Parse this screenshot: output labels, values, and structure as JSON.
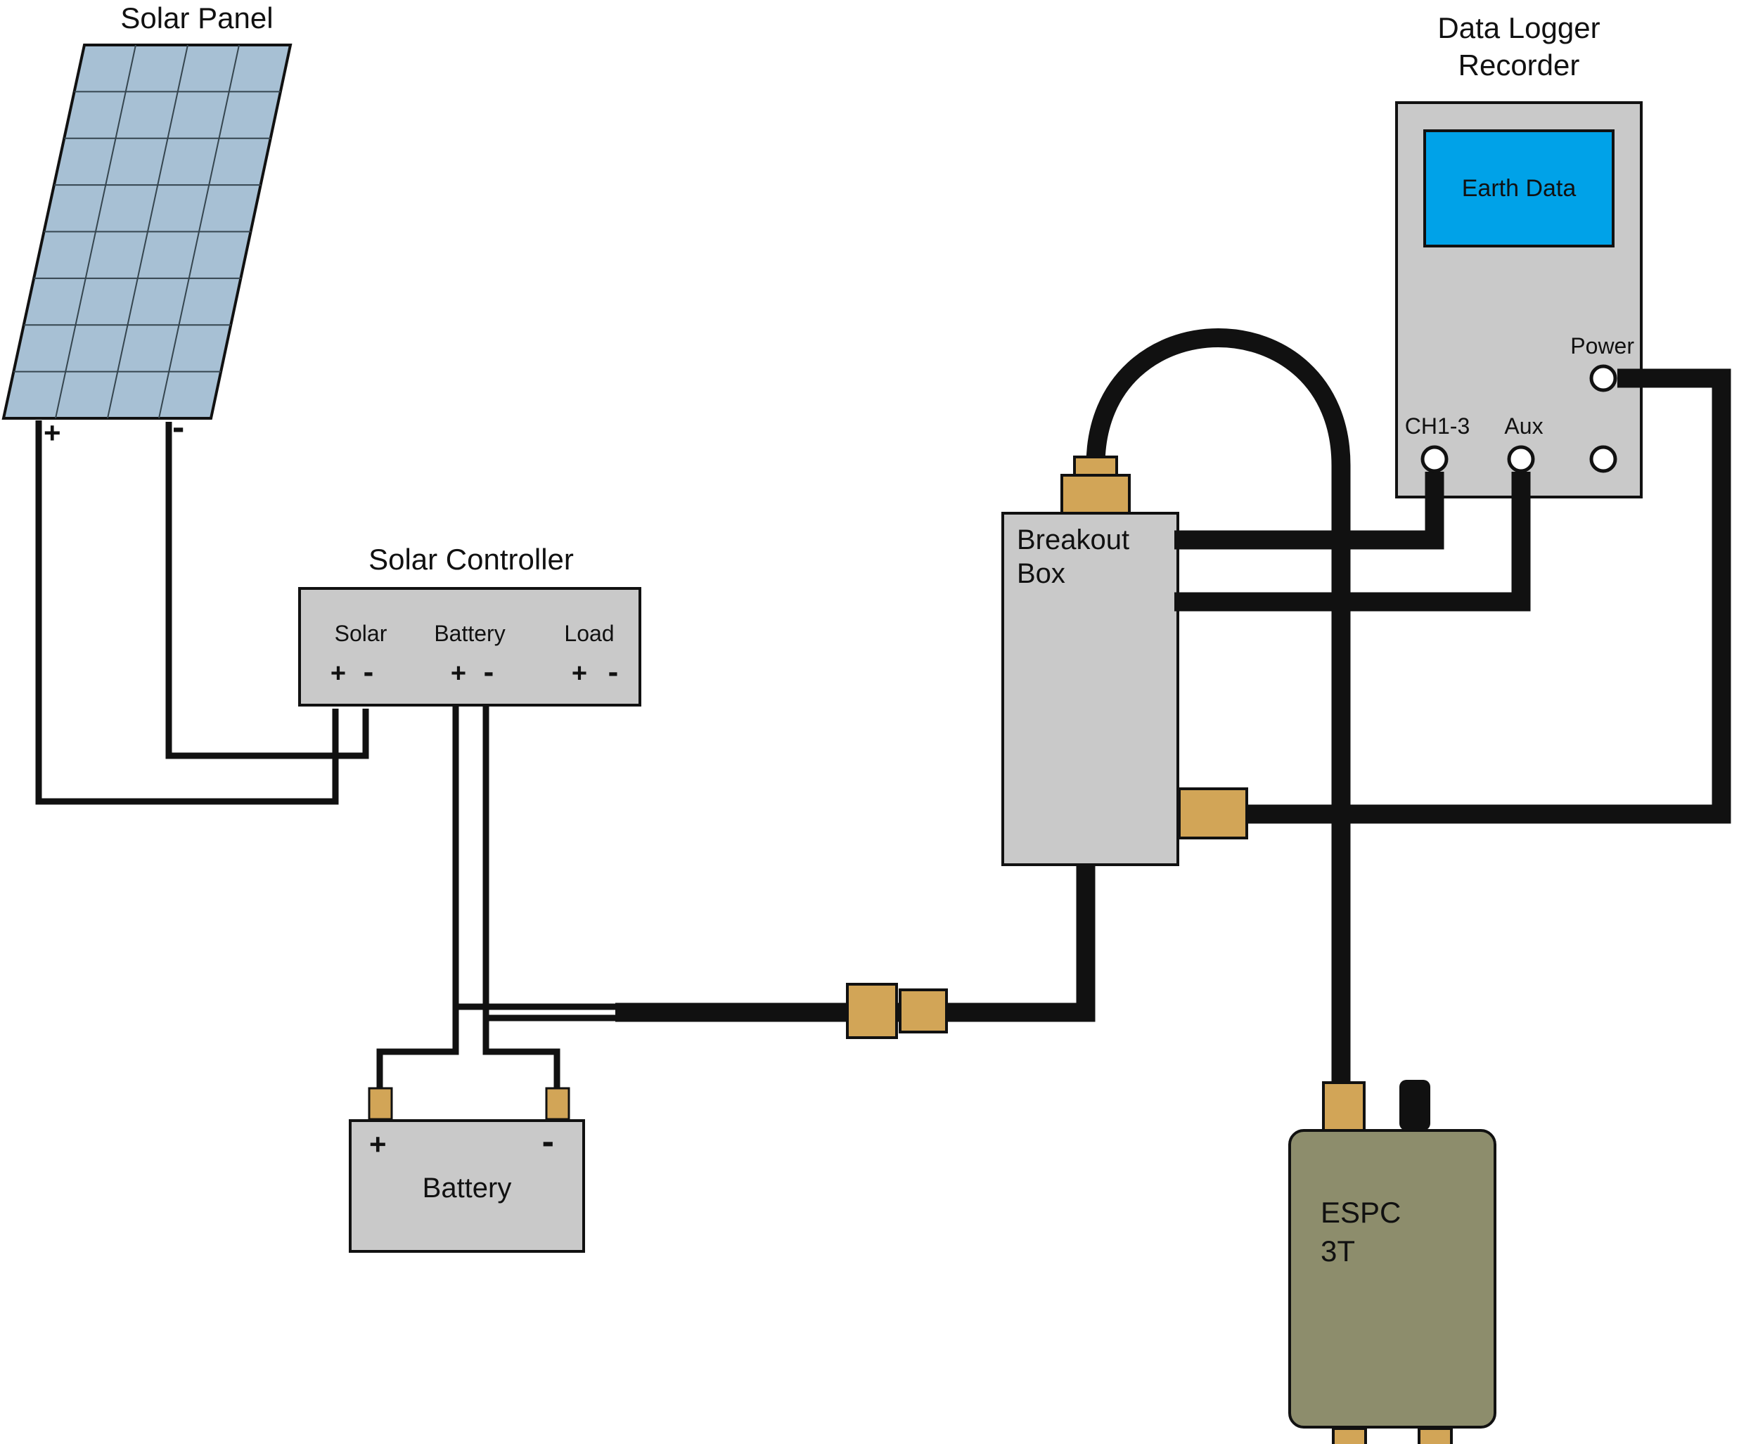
{
  "colors": {
    "panel_fill": "#a7c0d4",
    "box_gray": "#c9c9c9",
    "connector_tan": "#d2a557",
    "espc_olive": "#8d8d6c",
    "screen_blue": "#00a2e8",
    "wire_black": "#111111"
  },
  "solar_panel": {
    "title": "Solar Panel",
    "plus": "+",
    "minus": "-"
  },
  "solar_controller": {
    "title": "Solar Controller",
    "sections": [
      {
        "label": "Solar",
        "plus": "+",
        "minus": "-"
      },
      {
        "label": "Battery",
        "plus": "+",
        "minus": "-"
      },
      {
        "label": "Load",
        "plus": "+",
        "minus": "-"
      }
    ]
  },
  "battery": {
    "label": "Battery",
    "plus": "+",
    "minus": "-"
  },
  "breakout_box": {
    "label": "Breakout Box"
  },
  "data_logger": {
    "title": "Data Logger Recorder",
    "screen_text": "Earth Data",
    "power_label": "Power",
    "ch_label": "CH1-3",
    "aux_label": "Aux"
  },
  "espc": {
    "label": "ESPC 3T"
  }
}
